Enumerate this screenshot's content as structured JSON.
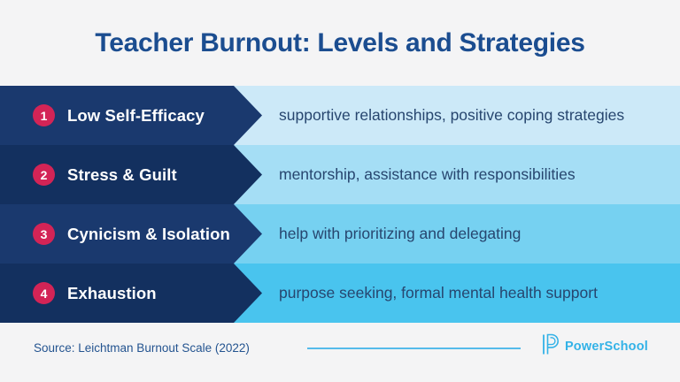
{
  "title": "Teacher Burnout: Levels and Strategies",
  "colors": {
    "background": "#f4f4f5",
    "title": "#1b4d90",
    "badge": "#d32456",
    "strategy_text": "#27466f",
    "source_text": "#245490",
    "brand": "#33b2e7",
    "divider_line": "#55bbea"
  },
  "rows": [
    {
      "number": "1",
      "label": "Low Self-Efficacy",
      "strategy": "supportive relationships, positive coping strategies",
      "band_color": "#cce9f8",
      "arrow_color": "#1a396e"
    },
    {
      "number": "2",
      "label": "Stress & Guilt",
      "strategy": "mentorship, assistance with responsibilities",
      "band_color": "#a5def5",
      "arrow_color": "#13305f"
    },
    {
      "number": "3",
      "label": "Cynicism & Isolation",
      "strategy": "help with prioritizing and delegating",
      "band_color": "#76d1f1",
      "arrow_color": "#1a396e"
    },
    {
      "number": "4",
      "label": "Exhaustion",
      "strategy": "purpose seeking, formal mental health support",
      "band_color": "#49c4ee",
      "arrow_color": "#13305f"
    }
  ],
  "footer": {
    "source": "Source: Leichtman Burnout Scale (2022)",
    "brand": "PowerSchool"
  }
}
